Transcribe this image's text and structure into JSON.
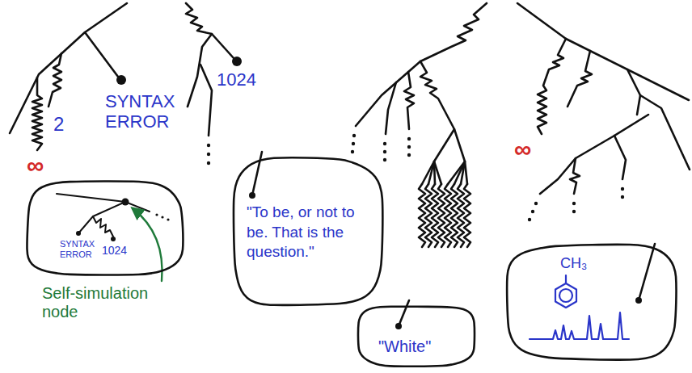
{
  "diagram": {
    "nodes": [
      {
        "text": [
          "SYNTAX ERROR",
          "1024"
        ]
      },
      {
        "text": [
          "\"To be, or not to be. That is the question.\""
        ]
      },
      {
        "text": [
          "\"White\""
        ]
      },
      {
        "text": [
          "CH₃"
        ]
      }
    ],
    "labels": [
      "SYNTAX ERROR",
      "1024",
      "2",
      "∞",
      "∞",
      "Self-simulation node"
    ]
  }
}
